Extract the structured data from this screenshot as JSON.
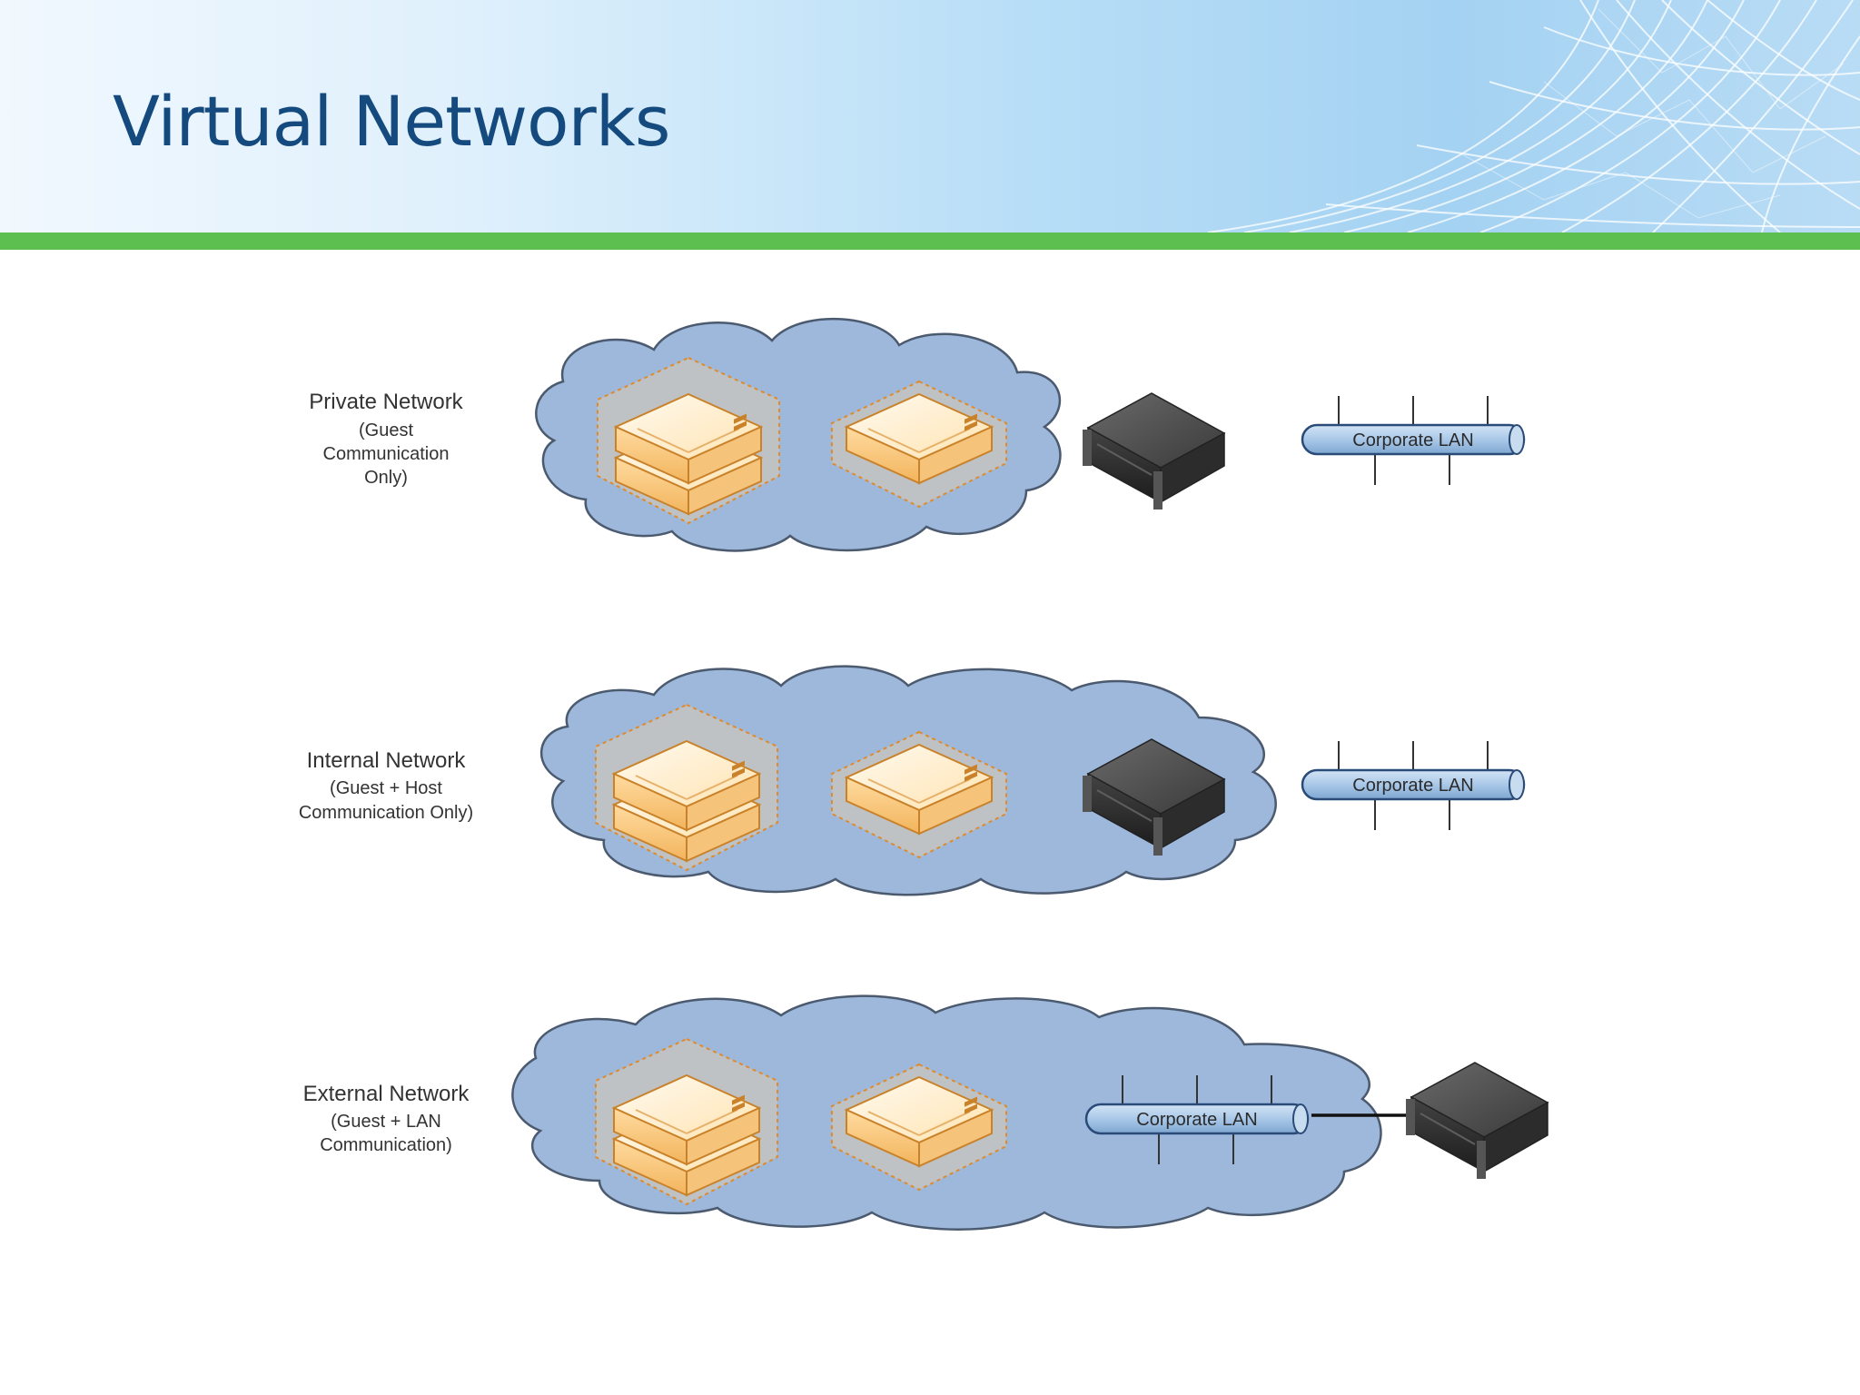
{
  "slide": {
    "title": "Virtual Networks"
  },
  "colors": {
    "title": "#154a7e",
    "accent_bar": "#5cbf4f",
    "cloud_fill": "#9db8da",
    "cloud_stroke": "#4b5a6f",
    "guest_server": "#f7b24f",
    "host_server": "#2f2f2f",
    "lan_bus": "#a9c8e8"
  },
  "icons": [
    "cloud-icon",
    "guest-server-icon",
    "host-server-icon",
    "lan-bus-icon"
  ],
  "diagram": {
    "rows": [
      {
        "title": "Private Network",
        "subtitle": [
          "(Guest",
          "Communication",
          "Only)"
        ],
        "lan_label": "Corporate LAN"
      },
      {
        "title": "Internal Network",
        "subtitle": [
          "(Guest + Host",
          "Communication Only)"
        ],
        "lan_label": "Corporate LAN"
      },
      {
        "title": "External Network",
        "subtitle": [
          "(Guest + LAN",
          "Communication)"
        ],
        "lan_label": "Corporate LAN"
      }
    ]
  }
}
